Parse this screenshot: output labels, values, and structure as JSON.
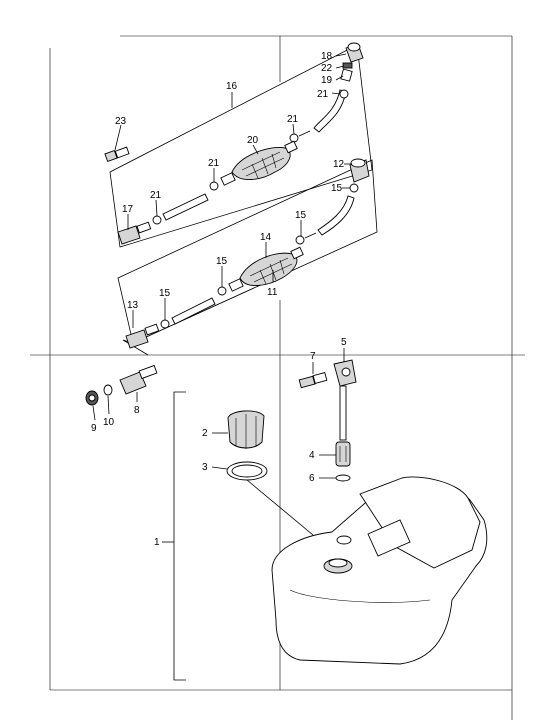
{
  "callouts": [
    {
      "id": "c1",
      "text": "1"
    },
    {
      "id": "c2",
      "text": "2"
    },
    {
      "id": "c3",
      "text": "3"
    },
    {
      "id": "c4",
      "text": "4"
    },
    {
      "id": "c5",
      "text": "5"
    },
    {
      "id": "c6",
      "text": "6"
    },
    {
      "id": "c7",
      "text": "7"
    },
    {
      "id": "c8",
      "text": "8"
    },
    {
      "id": "c9",
      "text": "9"
    },
    {
      "id": "c10",
      "text": "10"
    },
    {
      "id": "c11",
      "text": "11"
    },
    {
      "id": "c12",
      "text": "12"
    },
    {
      "id": "c13",
      "text": "13"
    },
    {
      "id": "c14",
      "text": "14"
    },
    {
      "id": "c15a",
      "text": "15"
    },
    {
      "id": "c15b",
      "text": "15"
    },
    {
      "id": "c15c",
      "text": "15"
    },
    {
      "id": "c15d",
      "text": "15"
    },
    {
      "id": "c16",
      "text": "16"
    },
    {
      "id": "c17",
      "text": "17"
    },
    {
      "id": "c18",
      "text": "18"
    },
    {
      "id": "c19",
      "text": "19"
    },
    {
      "id": "c20",
      "text": "20"
    },
    {
      "id": "c21a",
      "text": "21"
    },
    {
      "id": "c21b",
      "text": "21"
    },
    {
      "id": "c21c",
      "text": "21"
    },
    {
      "id": "c21d",
      "text": "21"
    },
    {
      "id": "c22",
      "text": "22"
    },
    {
      "id": "c23",
      "text": "23"
    }
  ]
}
